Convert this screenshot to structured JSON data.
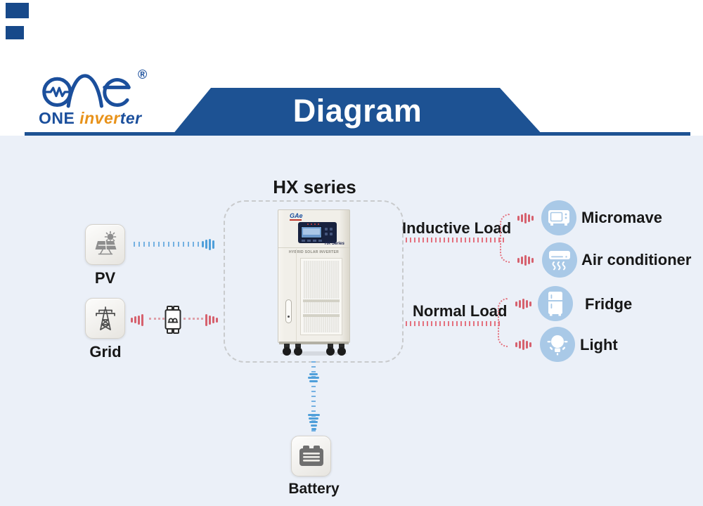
{
  "header": {
    "corner_color": "#17498a",
    "logo": {
      "one": "ONE ",
      "inver": "inver",
      "ter": "ter",
      "registered": "®",
      "blue": "#1b4f9c",
      "orange": "#e8921a"
    },
    "banner": {
      "title": "Diagram",
      "color": "#1d5293"
    }
  },
  "diagram": {
    "title": "HX series",
    "inverter": {
      "brand": "GAe",
      "series": "HX Series",
      "subtitle": "HYBRID SOLAR INVERTER"
    },
    "sources": [
      {
        "label": "PV",
        "icon": "solar-panel-icon"
      },
      {
        "label": "Grid",
        "icon": "power-tower-icon"
      }
    ],
    "storage": {
      "label": "Battery",
      "icon": "battery-icon"
    },
    "load_groups": [
      {
        "label": "Inductive Load",
        "items": [
          {
            "label": "Micromave",
            "icon": "microwave-icon"
          },
          {
            "label": "Air conditioner",
            "icon": "air-conditioner-icon"
          }
        ]
      },
      {
        "label": "Normal Load",
        "items": [
          {
            "label": "Fridge",
            "icon": "fridge-icon"
          },
          {
            "label": "Light",
            "icon": "light-bulb-icon"
          }
        ]
      }
    ],
    "colors": {
      "blue_flow": "#74b1e2",
      "red_flow": "#d6616e",
      "circle_bg": "#a9c9e7",
      "dashed_border": "#c9cbcd"
    }
  }
}
